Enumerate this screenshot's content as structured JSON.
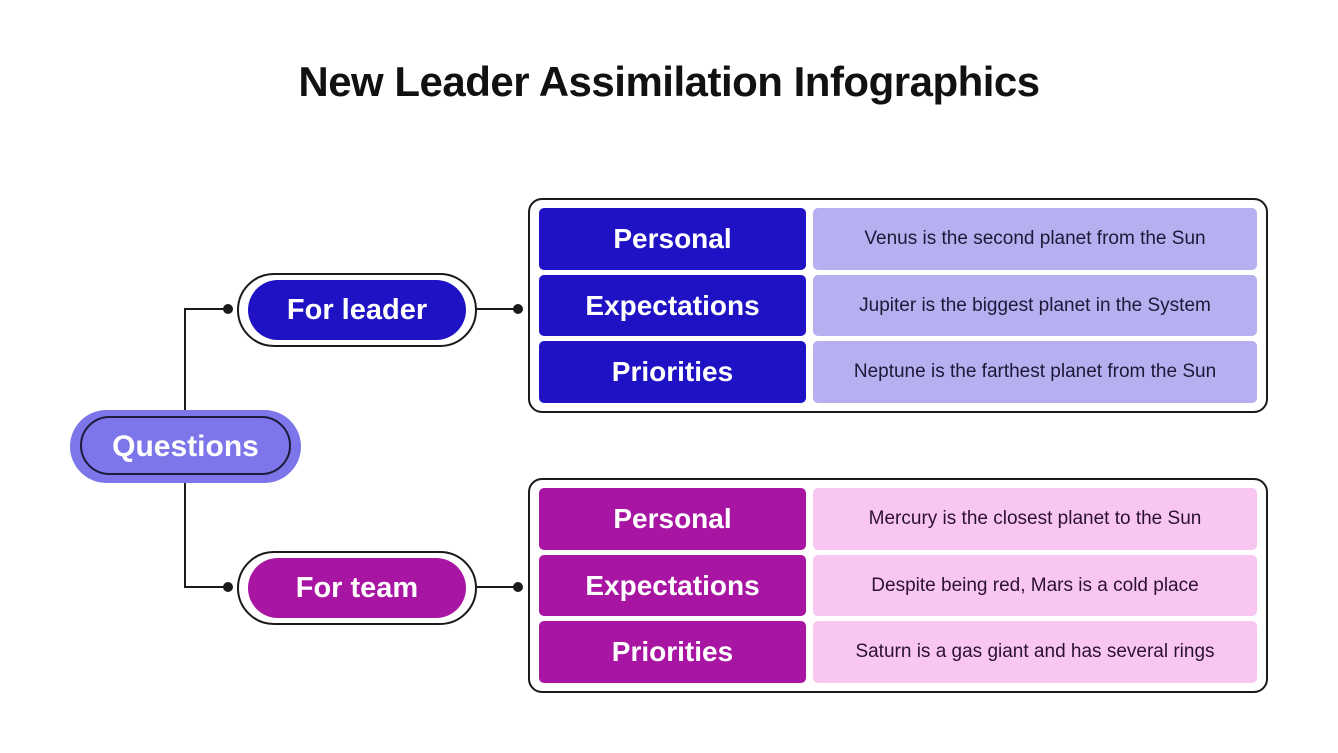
{
  "title": "New Leader Assimilation Infographics",
  "colors": {
    "blue": "#1f12c4",
    "blue_light": "#b6b0f0",
    "magenta": "#a815a3",
    "pink": "#f9c6f2",
    "periwinkle": "#7d76ea",
    "line": "#1a1a1a",
    "text_on_blue_light": "#1e1838",
    "text_on_pink": "#2b1230"
  },
  "root_node": {
    "label": "Questions"
  },
  "branches": [
    {
      "label": "For leader",
      "rows": [
        {
          "label": "Personal",
          "text": "Venus is the second planet from the Sun"
        },
        {
          "label": "Expectations",
          "text": "Jupiter is the biggest planet in the System"
        },
        {
          "label": "Priorities",
          "text": "Neptune is the farthest planet from the Sun"
        }
      ]
    },
    {
      "label": "For team",
      "rows": [
        {
          "label": "Personal",
          "text": "Mercury is the closest planet to the Sun"
        },
        {
          "label": "Expectations",
          "text": "Despite being red, Mars is a cold place"
        },
        {
          "label": "Priorities",
          "text": "Saturn is a gas giant and has several rings"
        }
      ]
    }
  ]
}
